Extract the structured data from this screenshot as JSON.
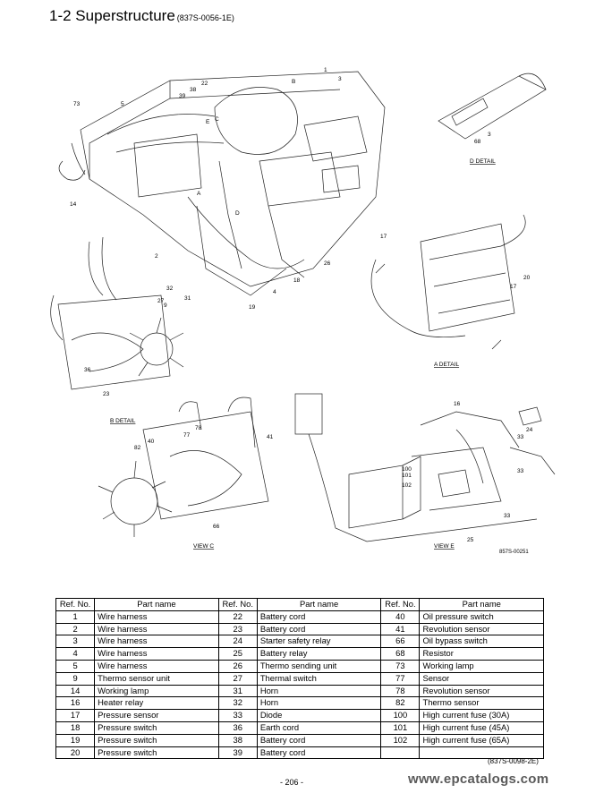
{
  "title": {
    "main": "1-2  Superstructure",
    "code": "(837S-0056-1E)"
  },
  "figure_code": "857S-00251",
  "table_code": "(837S-0098-2E)",
  "page_number": "- 206 -",
  "watermark": "www.epcatalogs.com",
  "diagram": {
    "details": {
      "d": "D  DETAIL",
      "a": "A  DETAIL",
      "b": "B  DETAIL",
      "c": "VIEW  C",
      "e": "VIEW  E"
    },
    "callouts": [
      "1",
      "3",
      "5",
      "22",
      "38",
      "39",
      "73",
      "14",
      "2",
      "32",
      "31",
      "4",
      "18",
      "19",
      "26",
      "68",
      "17",
      "20",
      "27",
      "9",
      "36",
      "23",
      "78",
      "77",
      "40",
      "82",
      "41",
      "66",
      "16",
      "24",
      "33",
      "100",
      "101",
      "102",
      "25",
      "B",
      "C",
      "E",
      "A",
      "D"
    ]
  },
  "parts_table": {
    "headers": {
      "ref": "Ref. No.",
      "name": "Part name"
    },
    "rows": [
      [
        {
          "ref": "1",
          "name": "Wire harness"
        },
        {
          "ref": "22",
          "name": "Battery cord"
        },
        {
          "ref": "40",
          "name": "Oil pressure switch"
        }
      ],
      [
        {
          "ref": "2",
          "name": "Wire harness"
        },
        {
          "ref": "23",
          "name": "Battery cord"
        },
        {
          "ref": "41",
          "name": "Revolution sensor"
        }
      ],
      [
        {
          "ref": "3",
          "name": "Wire harness"
        },
        {
          "ref": "24",
          "name": "Starter safety relay"
        },
        {
          "ref": "66",
          "name": "Oil bypass switch"
        }
      ],
      [
        {
          "ref": "4",
          "name": "Wire harness"
        },
        {
          "ref": "25",
          "name": "Battery relay"
        },
        {
          "ref": "68",
          "name": "Resistor"
        }
      ],
      [
        {
          "ref": "5",
          "name": "Wire harness"
        },
        {
          "ref": "26",
          "name": "Thermo sending unit"
        },
        {
          "ref": "73",
          "name": "Working lamp"
        }
      ],
      [
        {
          "ref": "9",
          "name": "Thermo sensor unit"
        },
        {
          "ref": "27",
          "name": "Thermal switch"
        },
        {
          "ref": "77",
          "name": "Sensor"
        }
      ],
      [
        {
          "ref": "14",
          "name": "Working lamp"
        },
        {
          "ref": "31",
          "name": "Horn"
        },
        {
          "ref": "78",
          "name": "Revolution sensor"
        }
      ],
      [
        {
          "ref": "16",
          "name": "Heater relay"
        },
        {
          "ref": "32",
          "name": "Horn"
        },
        {
          "ref": "82",
          "name": "Thermo sensor"
        }
      ],
      [
        {
          "ref": "17",
          "name": "Pressure sensor"
        },
        {
          "ref": "33",
          "name": "Diode"
        },
        {
          "ref": "100",
          "name": "High current fuse (30A)"
        }
      ],
      [
        {
          "ref": "18",
          "name": "Pressure switch"
        },
        {
          "ref": "36",
          "name": "Earth cord"
        },
        {
          "ref": "101",
          "name": "High current fuse (45A)"
        }
      ],
      [
        {
          "ref": "19",
          "name": "Pressure switch"
        },
        {
          "ref": "38",
          "name": "Battery cord"
        },
        {
          "ref": "102",
          "name": "High current fuse (65A)"
        }
      ],
      [
        {
          "ref": "20",
          "name": "Pressure switch"
        },
        {
          "ref": "39",
          "name": "Battery cord"
        },
        {
          "ref": "",
          "name": ""
        }
      ]
    ]
  }
}
